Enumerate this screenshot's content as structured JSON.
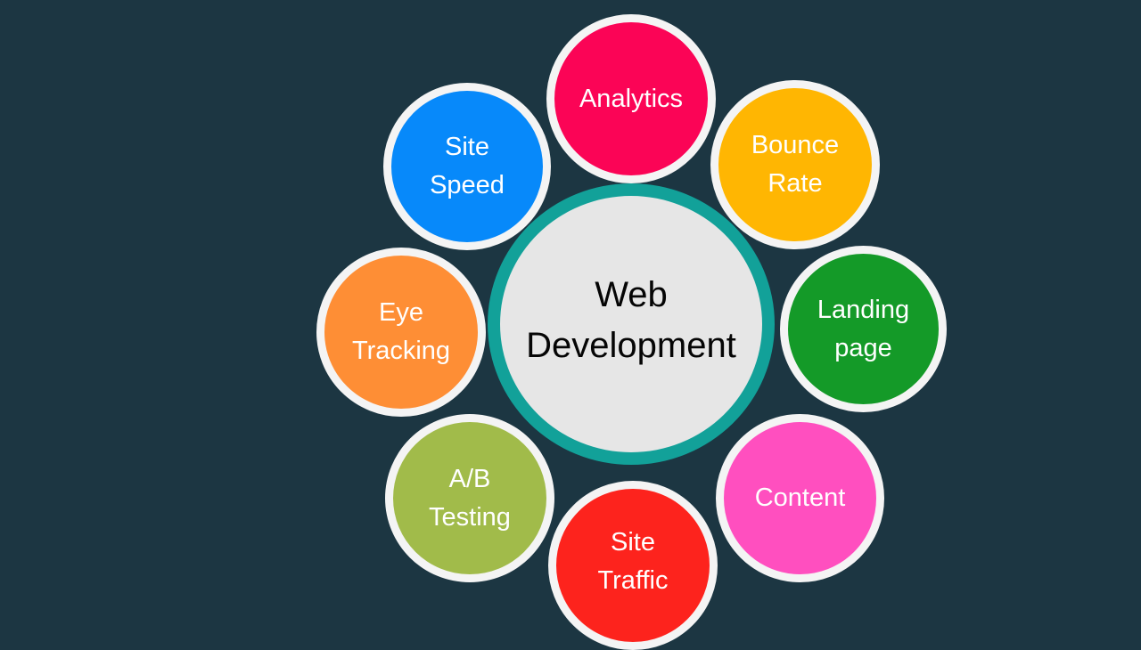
{
  "diagram": {
    "center": {
      "lines": [
        "Web",
        "Development"
      ],
      "fill": "#e6e6e6",
      "ring_color": "#12a199"
    },
    "nodes": [
      {
        "id": "analytics",
        "lines": [
          "Analytics"
        ],
        "color": "#fb0456"
      },
      {
        "id": "bounce-rate",
        "lines": [
          "Bounce",
          "Rate"
        ],
        "color": "#ffb602"
      },
      {
        "id": "landing-page",
        "lines": [
          "Landing",
          "page"
        ],
        "color": "#149a28"
      },
      {
        "id": "content",
        "lines": [
          "Content"
        ],
        "color": "#ff4fbf"
      },
      {
        "id": "site-traffic",
        "lines": [
          "Site",
          "Traffic"
        ],
        "color": "#fd231d"
      },
      {
        "id": "ab-testing",
        "lines": [
          "A/B",
          "Testing"
        ],
        "color": "#a1bb4a"
      },
      {
        "id": "eye-tracking",
        "lines": [
          "Eye",
          "Tracking"
        ],
        "color": "#fe8e35"
      },
      {
        "id": "site-speed",
        "lines": [
          "Site",
          "Speed"
        ],
        "color": "#0789fa"
      }
    ],
    "background": "#1c3642",
    "node_border": "#f4f4f4"
  }
}
